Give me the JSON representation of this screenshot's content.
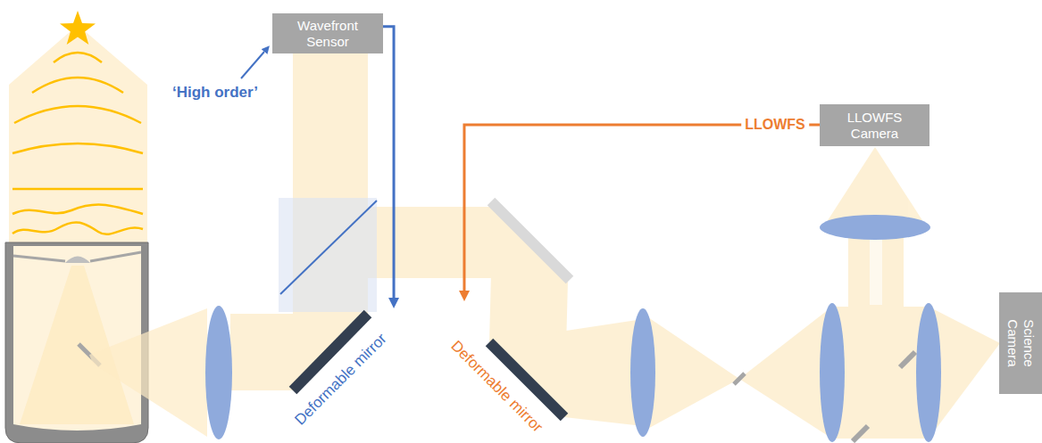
{
  "diagram": {
    "nodes": [
      {
        "text": [
          "Wavefront Sensor"
        ]
      },
      {
        "text": [
          "Deformable mirror"
        ]
      },
      {
        "text": [
          "Deformable mirror"
        ]
      },
      {
        "text": [
          "LLOWFS Camera"
        ]
      },
      {
        "text": [
          "Science Camera"
        ]
      }
    ],
    "edges": [
      {
        "from": 0,
        "to": 1,
        "arrow": "to"
      },
      {
        "from": 3,
        "to": 2,
        "label": "LLOWFS",
        "arrow": "to"
      }
    ],
    "labels": [
      "‘High order’"
    ]
  }
}
